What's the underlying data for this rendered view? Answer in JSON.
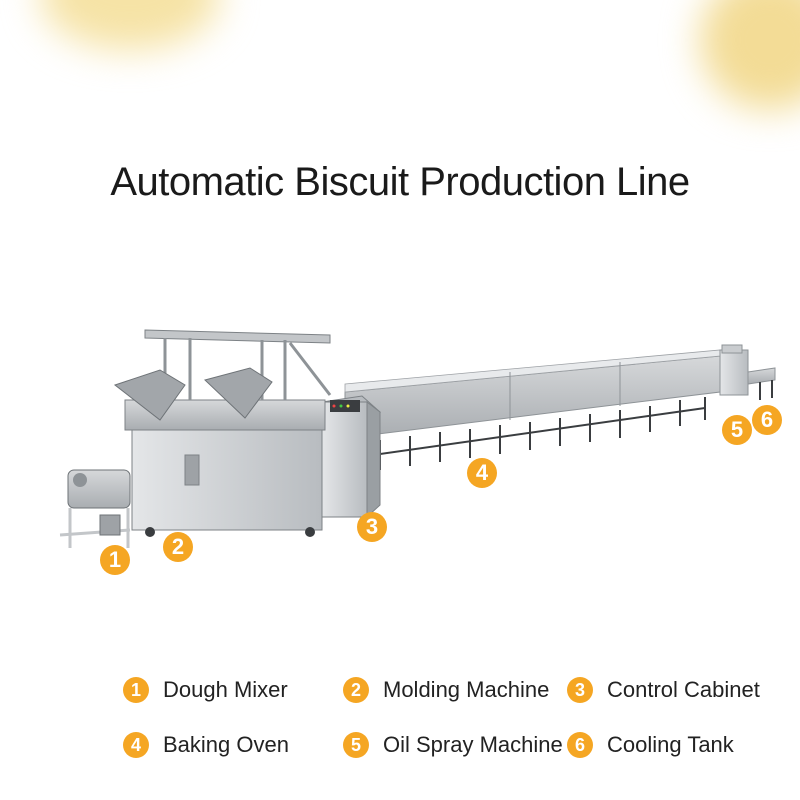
{
  "title": "Automatic Biscuit Production Line",
  "accent_color": "#f5a623",
  "components": [
    {
      "number": "1",
      "label": "Dough Mixer"
    },
    {
      "number": "2",
      "label": "Molding Machine"
    },
    {
      "number": "3",
      "label": "Control Cabinet"
    },
    {
      "number": "4",
      "label": "Baking Oven"
    },
    {
      "number": "5",
      "label": "Oil Spray Machine"
    },
    {
      "number": "6",
      "label": "Cooling Tank"
    }
  ]
}
